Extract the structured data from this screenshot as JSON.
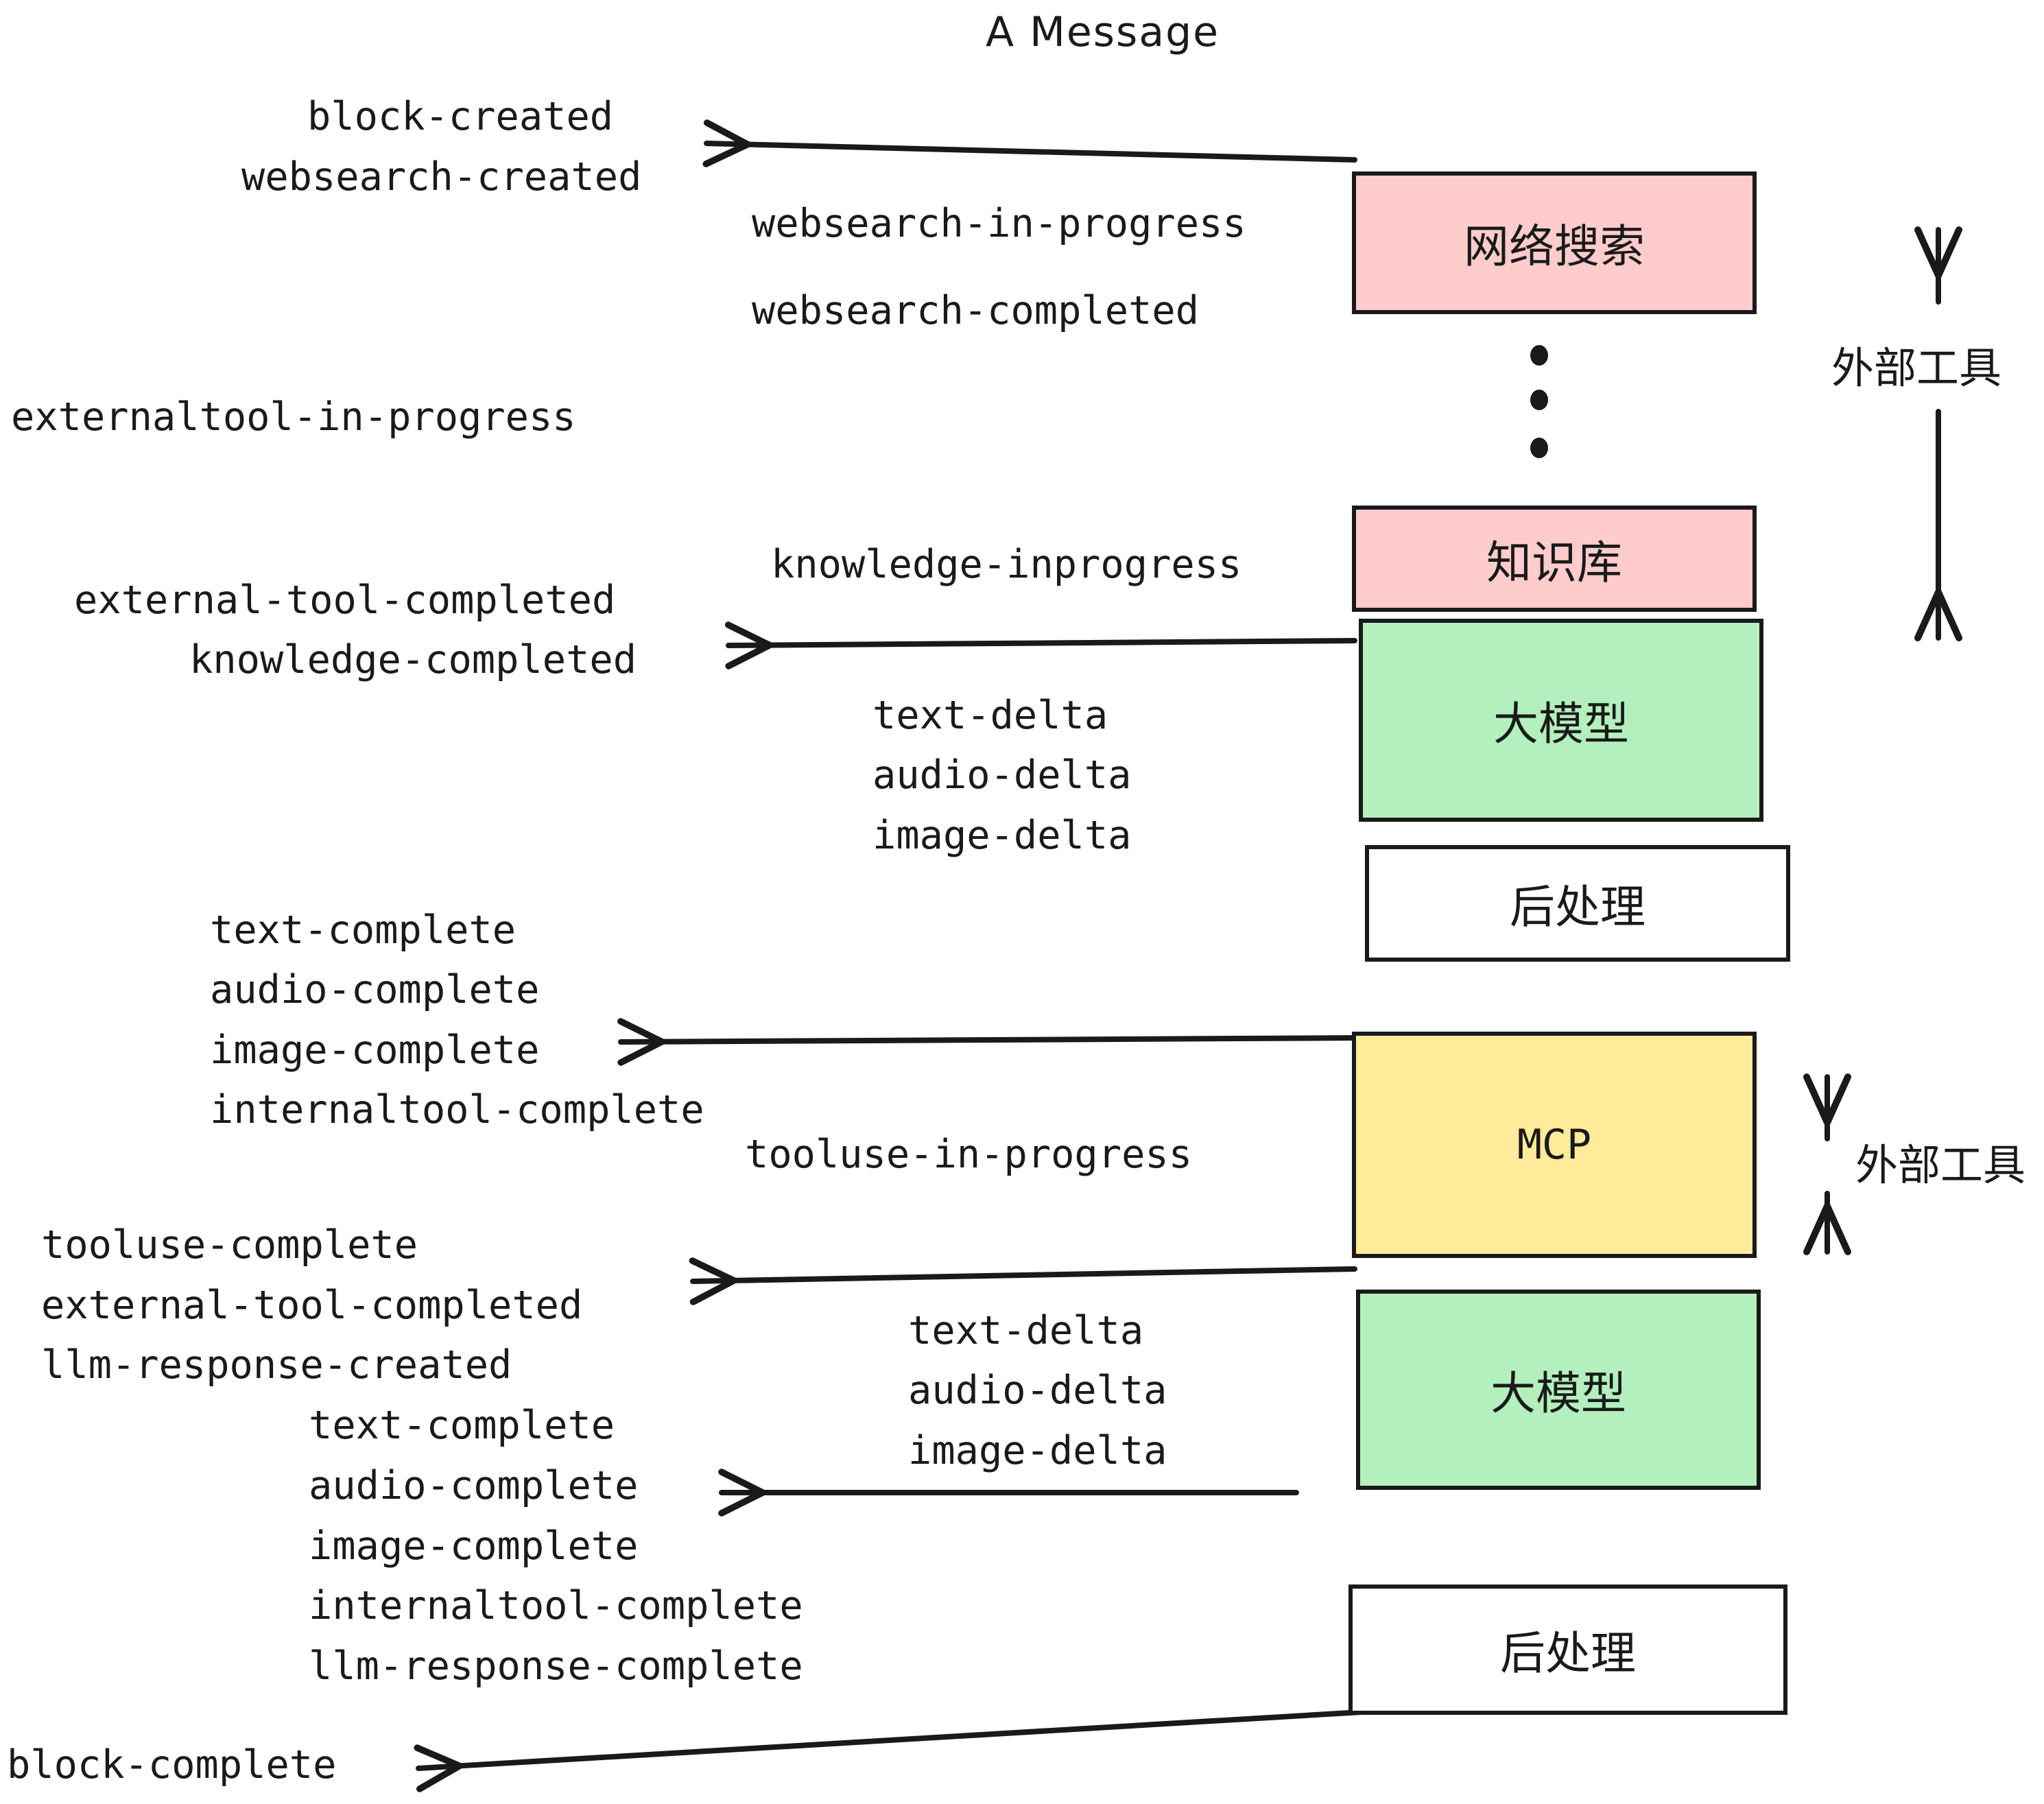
{
  "title": "A Message",
  "colors": {
    "pink": "#ffcccc",
    "green": "#b3f0bd",
    "yellow": "#ffeb99",
    "white": "#ffffff",
    "stroke": "#1a1a1a"
  },
  "nodes": [
    {
      "id": "websearch",
      "label": "网络搜索",
      "fill": "#ffcccc"
    },
    {
      "id": "knowledge",
      "label": "知识库",
      "fill": "#ffcccc"
    },
    {
      "id": "llm-1",
      "label": "大模型",
      "fill": "#b3f0bd"
    },
    {
      "id": "postproc-1",
      "label": "后处理",
      "fill": "#ffffff"
    },
    {
      "id": "mcp",
      "label": "MCP",
      "fill": "#ffeb99"
    },
    {
      "id": "llm-2",
      "label": "大模型",
      "fill": "#b3f0bd"
    },
    {
      "id": "postproc-2",
      "label": "后处理",
      "fill": "#ffffff"
    }
  ],
  "group_labels": [
    {
      "id": "external-tools-top",
      "text": "外部工具"
    },
    {
      "id": "external-tools-bottom",
      "text": "外部工具"
    }
  ],
  "events": {
    "block_created": "block-created",
    "websearch_created": "websearch-created",
    "websearch_in_progress": "websearch-in-progress",
    "websearch_completed": "websearch-completed",
    "externaltool_in_progress": "externaltool-in-progress",
    "knowledge_inprogress": "knowledge-inprogress",
    "external_tool_completed_1": "external-tool-completed",
    "knowledge_completed": "knowledge-completed",
    "text_delta_1": "text-delta",
    "audio_delta_1": "audio-delta",
    "image_delta_1": "image-delta",
    "text_complete_1": "text-complete",
    "audio_complete_1": "audio-complete",
    "image_complete_1": "image-complete",
    "internaltool_complete_1": "internaltool-complete",
    "tooluse_in_progress": "tooluse-in-progress",
    "tooluse_complete": "tooluse-complete",
    "external_tool_completed_2": "external-tool-completed",
    "llm_response_created": "llm-response-created",
    "text_delta_2": "text-delta",
    "audio_delta_2": "audio-delta",
    "image_delta_2": "image-delta",
    "text_complete_2": "text-complete",
    "audio_complete_2": "audio-complete",
    "image_complete_2": "image-complete",
    "internaltool_complete_2": "internaltool-complete",
    "llm_response_complete": "llm-response-complete",
    "block_complete": "block-complete"
  }
}
